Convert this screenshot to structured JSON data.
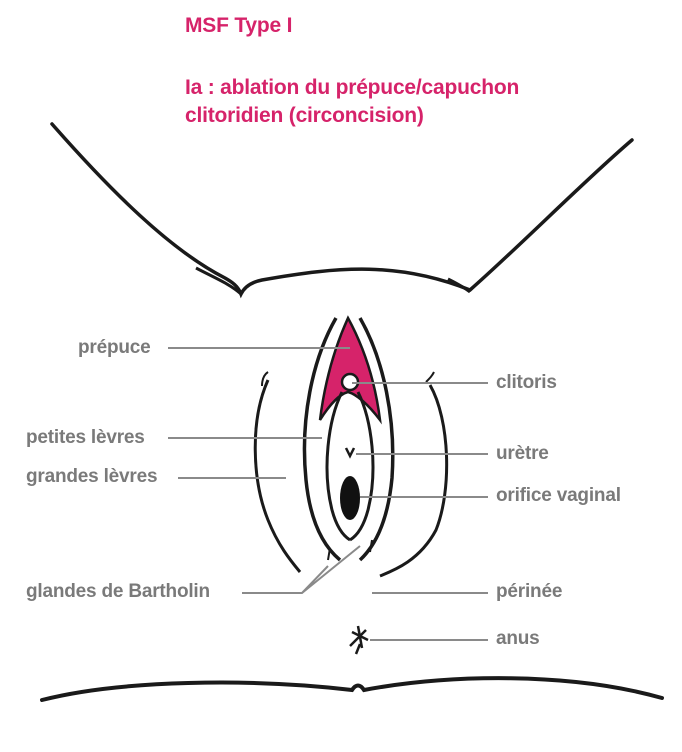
{
  "header": {
    "title": "MSF Type I",
    "subtitle_line1": "Ia : ablation du prépuce/capuchon",
    "subtitle_line2": "clitoridien (circoncision)"
  },
  "labels": {
    "prepuce": "prépuce",
    "petites_levres": "petites lèvres",
    "grandes_levres": "grandes lèvres",
    "glandes_bartholin": "glandes de Bartholin",
    "clitoris": "clitoris",
    "uretre": "urètre",
    "orifice_vaginal": "orifice vaginal",
    "perinee": "périnée",
    "anus": "anus"
  },
  "colors": {
    "highlight": "#d6236a",
    "title": "#d6236a",
    "label": "#7a7a7a",
    "ink": "#1a1a1a"
  }
}
